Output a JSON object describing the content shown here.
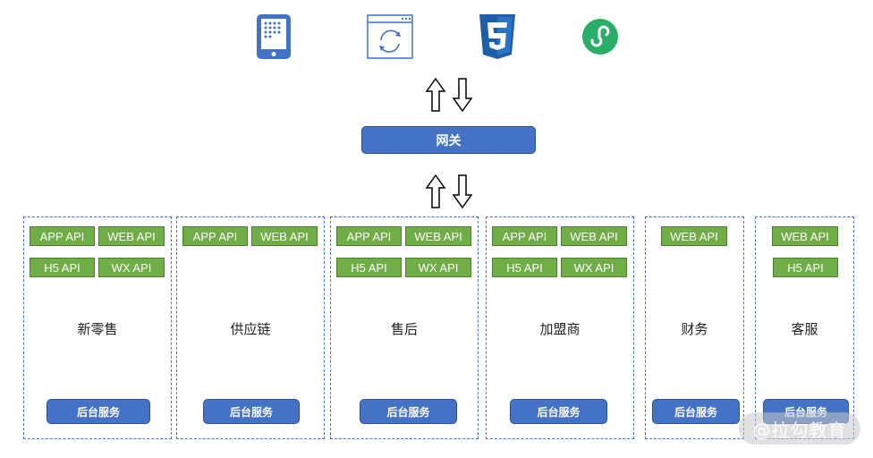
{
  "clients": [
    {
      "icon": "tablet-app-icon"
    },
    {
      "icon": "web-browser-icon"
    },
    {
      "icon": "html5-icon"
    },
    {
      "icon": "mini-program-icon"
    }
  ],
  "gateway": {
    "label": "网关"
  },
  "columns": [
    {
      "title": "新零售",
      "apis": [
        "APP API",
        "WEB API",
        "H5 API",
        "WX API"
      ],
      "backend": "后台服务"
    },
    {
      "title": "供应链",
      "apis": [
        "APP API",
        "WEB API"
      ],
      "backend": "后台服务"
    },
    {
      "title": "售后",
      "apis": [
        "APP API",
        "WEB API",
        "H5 API",
        "WX API"
      ],
      "backend": "后台服务"
    },
    {
      "title": "加盟商",
      "apis": [
        "APP API",
        "WEB API",
        "H5 API",
        "WX API"
      ],
      "backend": "后台服务"
    },
    {
      "title": "财务",
      "apis": [
        "WEB API"
      ],
      "backend": "后台服务"
    },
    {
      "title": "客服",
      "apis": [
        "WEB API",
        "H5 API"
      ],
      "backend": "后台服务"
    }
  ],
  "watermark": "@拉勾教育",
  "colors": {
    "blue": "#4472c4",
    "green": "#70ad47",
    "html5": "#1f5ea8",
    "wechat": "#2aae67"
  }
}
